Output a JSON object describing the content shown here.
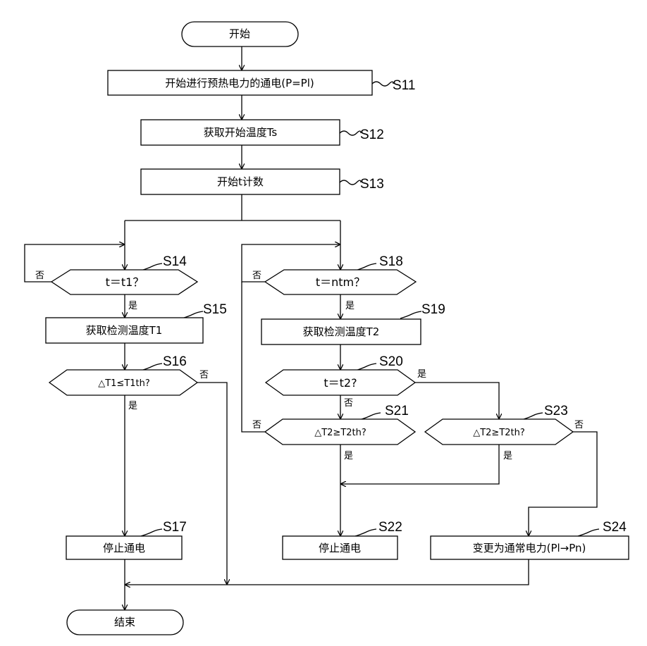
{
  "flowchart": {
    "start": "开始",
    "end": "结束",
    "steps": {
      "s11": {
        "text": "开始进行预热电力的通电(P=Pl)",
        "label": "S11"
      },
      "s12": {
        "text": "获取开始温度Ts",
        "label": "S12"
      },
      "s13": {
        "text": "开始t计数",
        "label": "S13"
      },
      "s14": {
        "text": "t＝t1？",
        "label": "S14"
      },
      "s15": {
        "text": "获取检测温度T1",
        "label": "S15"
      },
      "s16": {
        "text": "△T1≤T1th?",
        "label": "S16"
      },
      "s17": {
        "text": "停止通电",
        "label": "S17"
      },
      "s18": {
        "text": "t＝ntm？",
        "label": "S18"
      },
      "s19": {
        "text": "获取检测温度T2",
        "label": "S19"
      },
      "s20": {
        "text": "t＝t2?",
        "label": "S20"
      },
      "s21": {
        "text": "△T2≥T2th?",
        "label": "S21"
      },
      "s22": {
        "text": "停止通电",
        "label": "S22"
      },
      "s23": {
        "text": "△T2≥T2th?",
        "label": "S23"
      },
      "s24": {
        "text": "变更为通常电力(Pl→Pn)",
        "label": "S24"
      }
    },
    "yes": "是",
    "no": "否"
  }
}
